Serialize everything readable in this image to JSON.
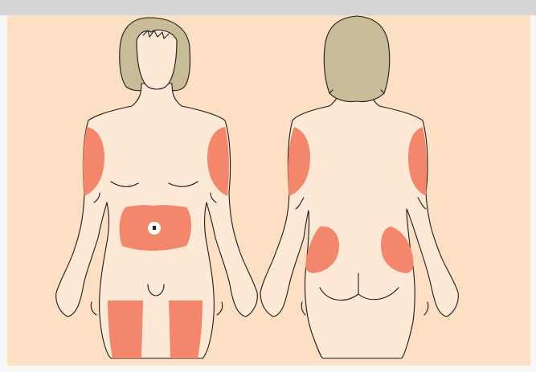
{
  "colors": {
    "top_bar": "#d6d6d6",
    "background": "#fddfc4",
    "frame": "#f7f7f7",
    "skin": "#fde9d6",
    "hair": "#c8bc98",
    "injection_site": "#f4876b",
    "outline": "#1a1a1a",
    "navel_ring": "#ffffff"
  },
  "figures": [
    {
      "id": "front",
      "view": "front",
      "injection_sites": [
        "upper-arm-left",
        "upper-arm-right",
        "abdomen",
        "thigh-left",
        "thigh-right"
      ]
    },
    {
      "id": "back",
      "view": "back",
      "injection_sites": [
        "upper-arm-left",
        "upper-arm-right",
        "buttock-upper-left",
        "buttock-upper-right"
      ]
    }
  ]
}
